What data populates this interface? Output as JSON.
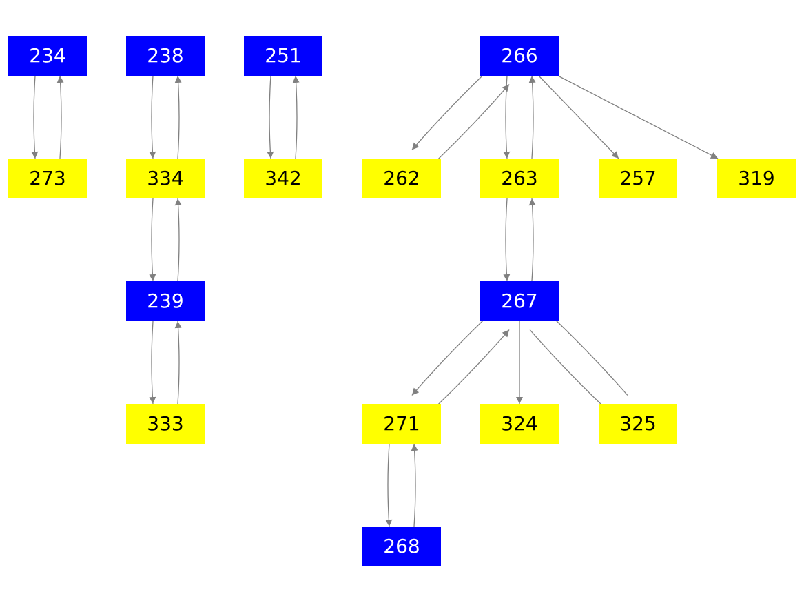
{
  "colors": {
    "blue_node": "#0000ff",
    "yellow_node": "#ffff00",
    "blue_text": "#ffffff",
    "yellow_text": "#000000",
    "edge": "#808080",
    "background": "#ffffff"
  },
  "nodes": [
    {
      "id": "234",
      "label": "234",
      "color": "blue"
    },
    {
      "id": "273",
      "label": "273",
      "color": "yellow"
    },
    {
      "id": "238",
      "label": "238",
      "color": "blue"
    },
    {
      "id": "334",
      "label": "334",
      "color": "yellow"
    },
    {
      "id": "239",
      "label": "239",
      "color": "blue"
    },
    {
      "id": "333",
      "label": "333",
      "color": "yellow"
    },
    {
      "id": "251",
      "label": "251",
      "color": "blue"
    },
    {
      "id": "342",
      "label": "342",
      "color": "yellow"
    },
    {
      "id": "266",
      "label": "266",
      "color": "blue"
    },
    {
      "id": "262",
      "label": "262",
      "color": "yellow"
    },
    {
      "id": "263",
      "label": "263",
      "color": "yellow"
    },
    {
      "id": "257",
      "label": "257",
      "color": "yellow"
    },
    {
      "id": "319",
      "label": "319",
      "color": "yellow"
    },
    {
      "id": "267",
      "label": "267",
      "color": "blue"
    },
    {
      "id": "271",
      "label": "271",
      "color": "yellow"
    },
    {
      "id": "324",
      "label": "324",
      "color": "yellow"
    },
    {
      "id": "325",
      "label": "325",
      "color": "yellow"
    },
    {
      "id": "268",
      "label": "268",
      "color": "blue"
    }
  ],
  "edges": [
    {
      "from": "234",
      "to": "273"
    },
    {
      "from": "273",
      "to": "234"
    },
    {
      "from": "238",
      "to": "334"
    },
    {
      "from": "334",
      "to": "238"
    },
    {
      "from": "334",
      "to": "239"
    },
    {
      "from": "239",
      "to": "334"
    },
    {
      "from": "239",
      "to": "333"
    },
    {
      "from": "333",
      "to": "239"
    },
    {
      "from": "251",
      "to": "342"
    },
    {
      "from": "342",
      "to": "251"
    },
    {
      "from": "266",
      "to": "262"
    },
    {
      "from": "262",
      "to": "266"
    },
    {
      "from": "266",
      "to": "263"
    },
    {
      "from": "263",
      "to": "266"
    },
    {
      "from": "266",
      "to": "257"
    },
    {
      "from": "266",
      "to": "319"
    },
    {
      "from": "263",
      "to": "267"
    },
    {
      "from": "267",
      "to": "263"
    },
    {
      "from": "267",
      "to": "271"
    },
    {
      "from": "271",
      "to": "267"
    },
    {
      "from": "267",
      "to": "324"
    },
    {
      "from": "267",
      "to": "325"
    },
    {
      "from": "325",
      "to": "267"
    },
    {
      "from": "271",
      "to": "268"
    },
    {
      "from": "268",
      "to": "271"
    }
  ]
}
